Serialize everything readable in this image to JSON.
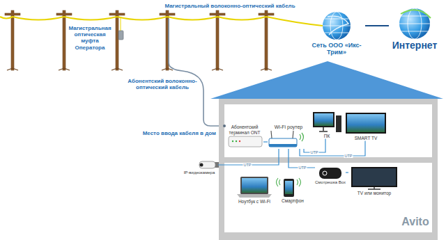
{
  "diagram": {
    "nodes": [
      {
        "text": [
          "Сеть ООО «Икс-Трим»"
        ]
      },
      {
        "text": [
          "Интернет"
        ]
      },
      {
        "text": [
          "Абонентский терминал ONT"
        ]
      },
      {
        "text": [
          "Wi-Fi роутер"
        ]
      },
      {
        "text": [
          "ПК"
        ]
      },
      {
        "text": [
          "SMART TV"
        ]
      },
      {
        "text": [
          "IP-видеокамера"
        ]
      },
      {
        "text": [
          "Ноутбук с Wi-Fi"
        ]
      },
      {
        "text": [
          "Смартфон"
        ]
      },
      {
        "text": [
          "Смотрешка Box"
        ]
      },
      {
        "text": [
          "TV или монитор"
        ]
      }
    ],
    "edges": [
      {
        "from": 0,
        "to": 1,
        "arrow": "none"
      },
      {
        "from": 2,
        "to": 3,
        "arrow": "none"
      },
      {
        "from": 3,
        "to": 4,
        "label": "UTP",
        "arrow": "none"
      },
      {
        "from": 3,
        "to": 5,
        "label": "UTP",
        "arrow": "none"
      },
      {
        "from": 3,
        "to": 6,
        "label": "UTP",
        "arrow": "none"
      },
      {
        "from": 3,
        "to": 9,
        "label": "UTP",
        "arrow": "none"
      },
      {
        "from": 9,
        "to": 10,
        "arrow": "none"
      }
    ],
    "labels": [
      "Магистральный волоконно-оптический кабель",
      "Магистральная оптическая муфта Оператора",
      "Абонентский волоконно-оптический кабель",
      "Место ввода кабеля в дом",
      "Avito"
    ]
  }
}
